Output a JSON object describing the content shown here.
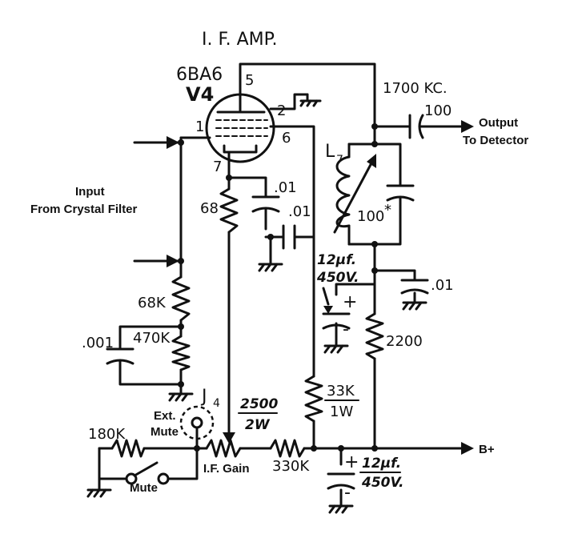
{
  "title": "I. F. AMP.",
  "tube": {
    "type": "6BA6",
    "designator": "V4",
    "pin_plate": "5",
    "pin_screen": "2",
    "pin_grid": "1",
    "pin_6": "6",
    "pin_cathode": "7"
  },
  "frequency": "1700 KC.",
  "coupling_cap": "100",
  "output_line1": "Output",
  "output_line2": "To Detector",
  "coil": "L",
  "coil_sub": "7",
  "tank_cap": "100",
  "tank_cap_mark": "*",
  "input_line1": "Input",
  "input_line2": "From Crystal Filter",
  "cathode_resistor": "68",
  "bypass_cap_1": ".01",
  "bypass_cap_2": ".01",
  "screen_bypass": ".01",
  "filter_cap_1_value": "12µf.",
  "filter_cap_1_voltage": "450V.",
  "plus": "+",
  "minus": "-",
  "r_68k": "68K",
  "r_470k": "470K",
  "c_001": ".001",
  "r_2200": "2200",
  "r_33k": "33K",
  "r_33k_watt": "1W",
  "jack": "J",
  "jack_sub": "4",
  "ext_mute_1": "Ext.",
  "ext_mute_2": "Mute",
  "pot_value": "2500",
  "pot_watt": "2W",
  "r_180k": "180K",
  "mute": "Mute",
  "if_gain": "I.F. Gain",
  "r_330k": "330K",
  "filter_cap_2_value": "12µf.",
  "filter_cap_2_voltage": "450V.",
  "bplus": "B+"
}
